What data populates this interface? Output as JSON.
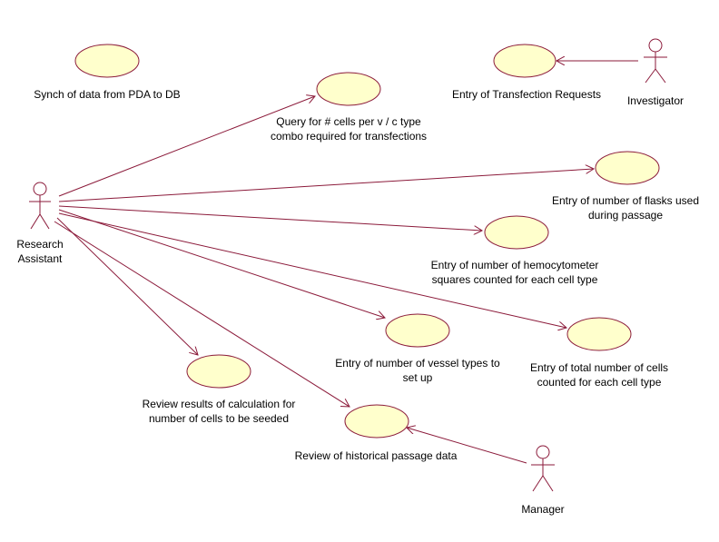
{
  "colors": {
    "line": "#8b1a3a",
    "ellipse_fill": "#ffffcc",
    "ellipse_stroke": "#8b1a3a",
    "actor": "#8b1a3a",
    "text": "#000000"
  },
  "actors": {
    "research_assistant": "Research\nAssistant",
    "investigator": "Investigator",
    "manager": "Manager"
  },
  "use_cases": {
    "synch": "Synch of data from PDA to DB",
    "transfection_requests": "Entry of Transfection Requests",
    "query_cells": "Query for # cells per v / c type\ncombo required for transfections",
    "flasks": "Entry of number of flasks used\nduring passage",
    "hemocytometer": "Entry of number of hemocytometer\nsquares counted for each cell type",
    "vessel_types": "Entry of number of vessel types to\nset up",
    "total_cells": "Entry of total number of cells\ncounted for each cell type",
    "review_results": "Review results of calculation for\nnumber of cells to be seeded",
    "historical": "Review of historical passage data"
  }
}
